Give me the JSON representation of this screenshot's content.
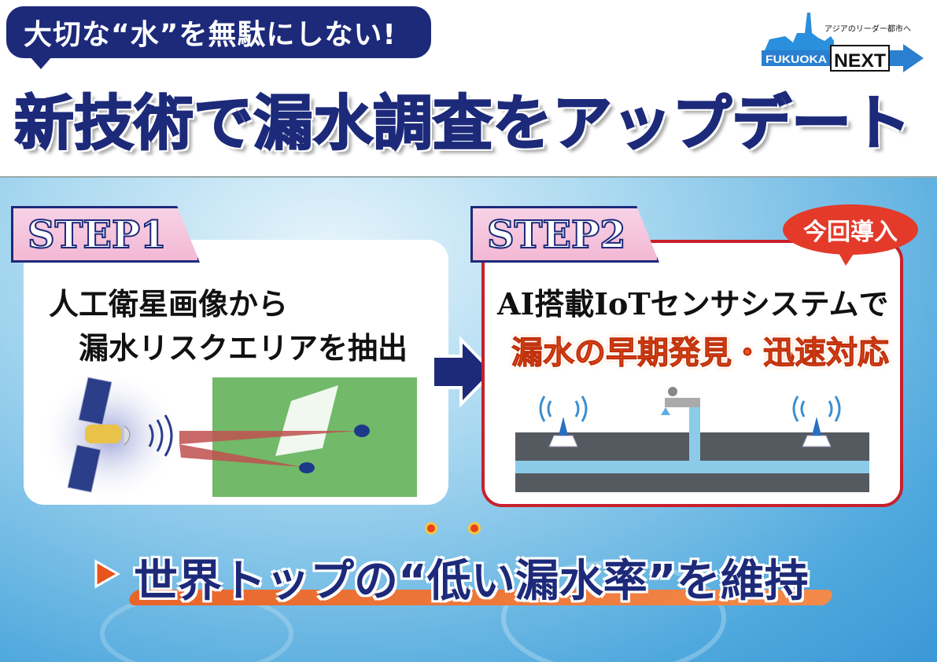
{
  "header": {
    "tagline": "大切な“水”を無駄にしない!",
    "title": "新技術で漏水調査をアップデート",
    "logo": {
      "subtitle": "アジアのリーダー都市へ",
      "word1": "FUKUOKA",
      "word2": "NEXT"
    }
  },
  "step1": {
    "label": "STEP1",
    "line1": "人工衛星画像から",
    "line2": "漏水リスクエリアを抽出"
  },
  "step2": {
    "label": "STEP2",
    "badge": "今回導入",
    "line1": "AI搭載IoTセンサシステムで",
    "line2": "漏水の早期発見・迅速対応"
  },
  "footer": {
    "text": "世界トップの“低い漏水率”を維持"
  },
  "colors": {
    "navy": "#1d2a7a",
    "red": "#e43a2a",
    "orange": "#e8652a",
    "map_green": "#72b96a"
  }
}
